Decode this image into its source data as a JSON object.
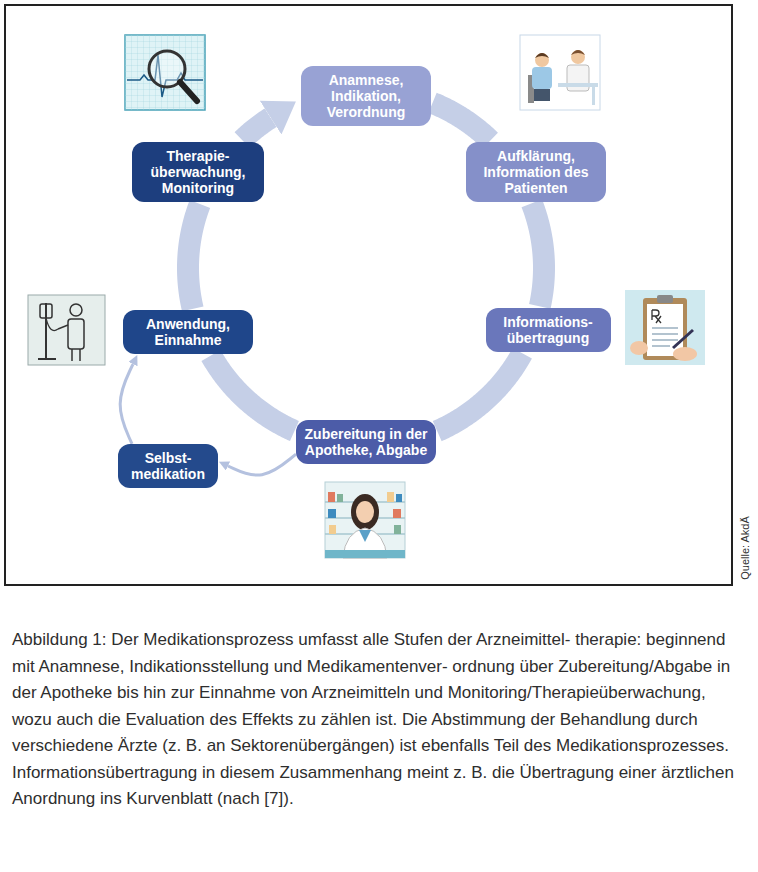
{
  "diagram": {
    "caption": "Abbildung 1: Der Medikationsprozess umfasst alle Stufen der Arzneimittel- therapie: beginnend mit Anamnese, Indikationsstellung und Medikamentenver- ordnung über Zubereitung/Abgabe in der Apotheke bis hin zur Einnahme von Arzneimitteln und Monitoring/Therapieüberwachung, wozu auch die Evaluation des Effekts zu zählen ist. Die Abstimmung der Behandlung durch verschiedene Ärzte (z. B. an Sektorenübergängen) ist ebenfalls Teil des Medikationsprozesses. Informationsübertragung in diesem Zusammenhang meint z. B. die Übertragung einer ärztlichen Anordnung ins Kurvenblatt (nach [7]).",
    "nodes": [
      {
        "text": [
          "Anamnese, Indikation, Verordnung"
        ]
      },
      {
        "text": [
          "Aufklärung, Information des Patienten"
        ]
      },
      {
        "text": [
          "Informations- übertragung"
        ]
      },
      {
        "text": [
          "Zubereitung in der Apotheke, Abgabe"
        ]
      },
      {
        "text": [
          "Selbst- medikation"
        ]
      },
      {
        "text": [
          "Anwendung, Einnahme"
        ]
      },
      {
        "text": [
          "Therapie- überwachung, Monitoring"
        ]
      }
    ],
    "edges": [
      {
        "from": 0,
        "to": 1,
        "arrow": "none"
      },
      {
        "from": 1,
        "to": 2,
        "arrow": "none"
      },
      {
        "from": 2,
        "to": 3,
        "arrow": "none"
      },
      {
        "from": 3,
        "to": 5,
        "arrow": "none"
      },
      {
        "from": 5,
        "to": 6,
        "arrow": "none"
      },
      {
        "from": 6,
        "to": 0,
        "arrow": "to"
      },
      {
        "from": 3,
        "to": 4,
        "arrow": "to"
      },
      {
        "from": 4,
        "to": 5,
        "arrow": "to"
      }
    ],
    "labels": [
      "Quelle: AkdÄ"
    ]
  }
}
